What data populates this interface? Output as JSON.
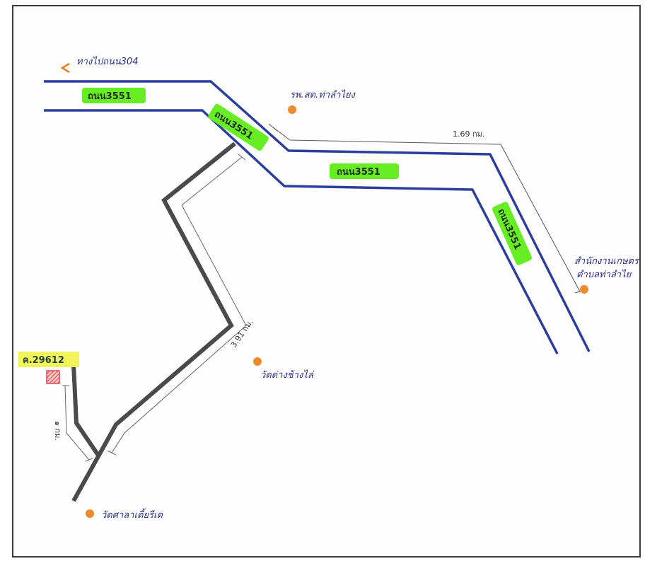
{
  "map": {
    "direction_label": "ทางไปถนน304",
    "roads": {
      "main_road_label": "ถนน3551",
      "main_road_segments": [
        "ถนน3551",
        "ถนน3551",
        "ถนน3551",
        "ถนน3551"
      ]
    },
    "landmarks": [
      {
        "id": "hospital",
        "label": "รพ.สต.ท่าลำไยง"
      },
      {
        "id": "agri-office",
        "label_line1": "สำนักงานเกษตร",
        "label_line2": "ตำบลท่าลำไย"
      },
      {
        "id": "temple-1",
        "label": "วัดด่างช้างไล่"
      },
      {
        "id": "temple-2",
        "label": "วัดศาลาเตี้ยรีเด"
      }
    ],
    "distances": {
      "main_road": "1.69 กม.",
      "secondary_road": "3.91 กม.",
      "branch_road": "๑ กม."
    },
    "destination": {
      "parcel_id": "ค.29612"
    },
    "colors": {
      "main_road": "#2b3ea0",
      "secondary_road": "#4a4a4a",
      "highlight_green": "#66ee22",
      "highlight_yellow": "#f2f55a",
      "landmark_dot": "#f08a2a",
      "parcel": "#e0444a",
      "arrow": "#f07a20",
      "text": "#2b2f86"
    }
  }
}
